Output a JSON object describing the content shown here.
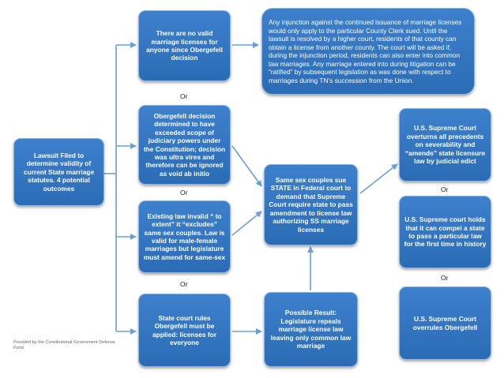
{
  "colors": {
    "box": "#2f70bb",
    "box_border": "#8db5e4",
    "connector": "#6b9fd6",
    "text": "#ffffff"
  },
  "nodes": {
    "lawsuit": "Lawsuit Filed to determine validity of current State marriage statutes. 4 potential outcomes",
    "no_valid_licenses": "There are no valid marriage licenses for anyone since Obergefell decision",
    "injunction_note": "Any injunction against the continued issuance of marriage licenses would only apply to the particular County Clerk sued. Until the lawsuit is resolved by a higher court, residents of that county can obtain a license from another county. The court will be asked if, during the injunction period, residents can also enter into common law marriages. Any marriage entered into during litigation can be “ratified” by subsequent legislation as was done with respect to marriages during TN’s succession from the Union.",
    "exceeded_scope": "Obergefell decision determined to have exceeded scope of judiciary powers under the Constitution; decision was ultra vires and therefore can be ignored as void ab initio",
    "existing_law_invalid": "Existing law invalid “ to extent” it “excludes” same sex couples. Law is valid for male-female marriages but legislature must amend for same-sex",
    "state_court_rules": "State court rules Obergefell must be applied: licenses for everyone",
    "same_sex_sue": "Same sex couples sue STATE in Federal court to demand that Supreme Court require state to pass amendment to license law authorizing SS marriage licenses",
    "possible_result": "Possible Result: Legislature repeals marriage license law leaving only common law marriage",
    "scotus_overturns": "U.S. Supreme Court overturns all precedents on severability and “amends” state licensure law by judicial edict",
    "scotus_compel": "U.S. Supreme court holds that it can compel a state to pass a particular law for the first time in history",
    "scotus_overrules": "U.S. Supreme Court overrules Obergefell"
  },
  "or_label": "Or",
  "credit": "Provided by the Constitutional Government Defense Fund"
}
